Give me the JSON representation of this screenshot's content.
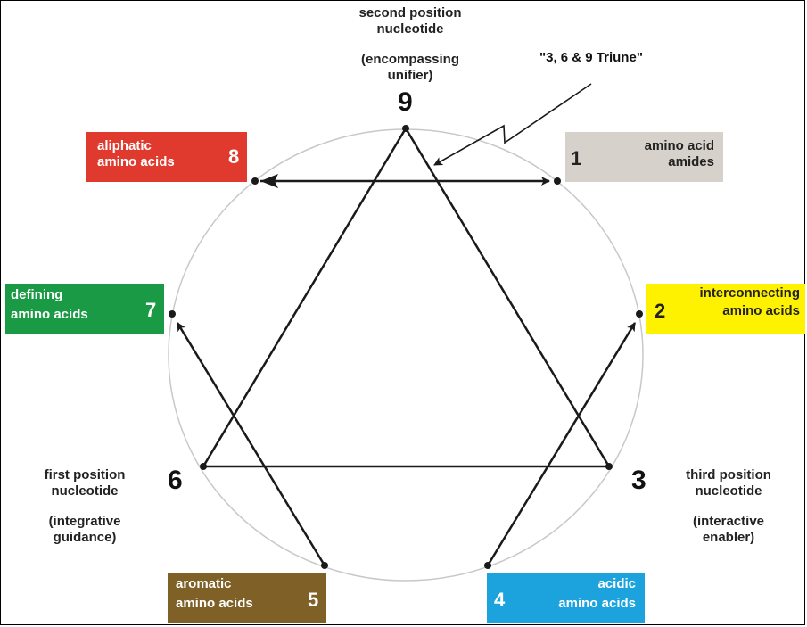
{
  "colors": {
    "aliphatic": "#e03a2f",
    "amides": "#d7d1cc",
    "interconnecting": "#fff200",
    "defining": "#1a9a45",
    "aromatic": "#7f6128",
    "acidic": "#1ca3de",
    "circle": "#c8c8c8",
    "lines": "#1a1a1a"
  },
  "top_label": {
    "line1": "second position",
    "line2": "nucleotide",
    "sub1": "(encompassing",
    "sub2": "unifier)"
  },
  "left_label": {
    "line1": "first position",
    "line2": "nucleotide",
    "sub1": "(integrative",
    "sub2": "guidance)"
  },
  "right_label": {
    "line1": "third position",
    "line2": "nucleotide",
    "sub1": "(interactive",
    "sub2": "enabler)"
  },
  "triune_label": "\"3, 6 & 9 Triune\"",
  "numbers": {
    "n9": "9",
    "n6": "6",
    "n3": "3"
  },
  "boxes": {
    "b8": {
      "line1": "aliphatic",
      "line2": "amino acids",
      "num": "8"
    },
    "b1": {
      "line1": "amino acid",
      "line2": "amides",
      "num": "1"
    },
    "b7": {
      "line1": "defining",
      "line2": "amino acids",
      "num": "7"
    },
    "b2": {
      "line1": "interconnecting",
      "line2": "amino acids",
      "num": "2"
    },
    "b5": {
      "line1": "aromatic",
      "line2": "amino acids",
      "num": "5"
    },
    "b4": {
      "line1": "acidic",
      "line2": "amino acids",
      "num": "4"
    }
  }
}
